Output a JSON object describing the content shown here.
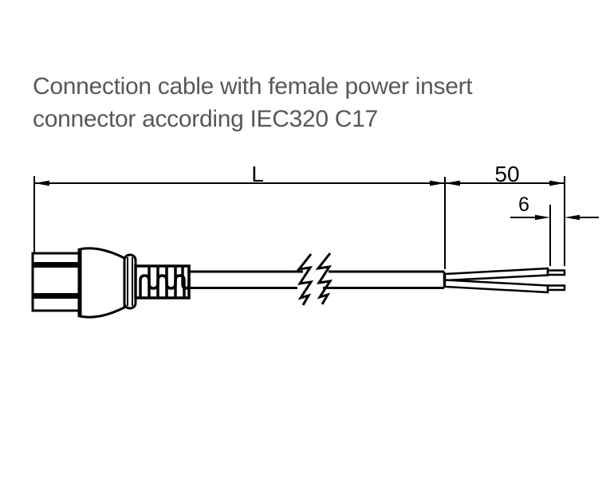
{
  "title": {
    "line1": "Connection cable with female power insert",
    "line2": "connector according IEC320 C17"
  },
  "dimensions": {
    "cable_length_label": "L",
    "wire_split_length_label": "50",
    "stripped_tip_length_label": "6"
  },
  "colors": {
    "line": "#000000",
    "title_text": "#58585a",
    "background": "#ffffff"
  }
}
